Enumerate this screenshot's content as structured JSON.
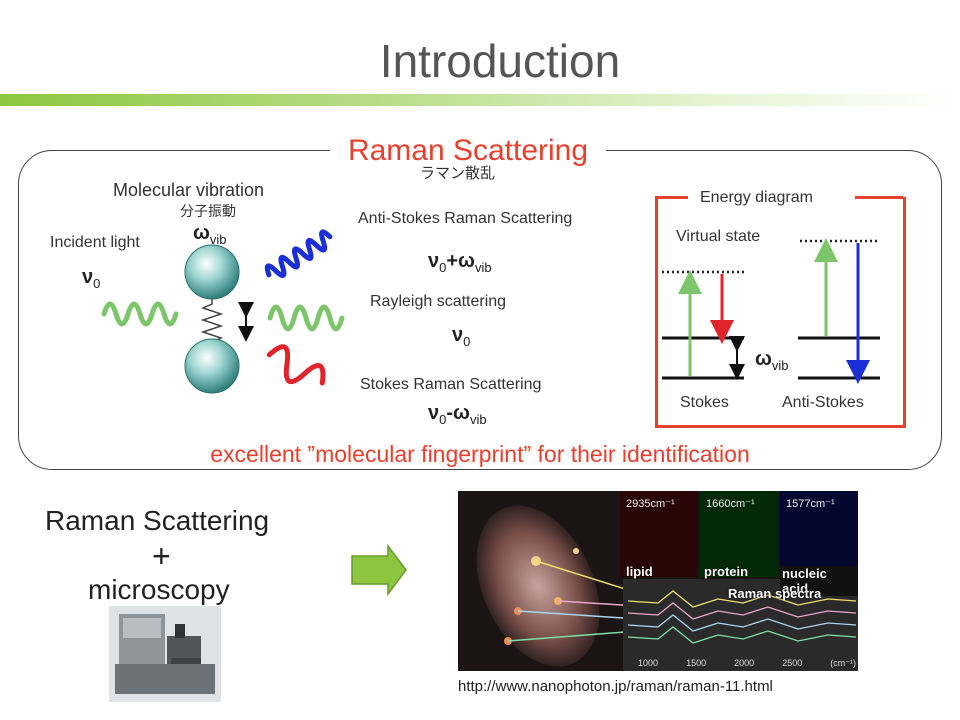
{
  "title": "Introduction",
  "panel": {
    "title": "Raman Scattering",
    "title_jp": "ラマン散乱",
    "molecular_vibration": "Molecular vibration",
    "molecular_vibration_jp": "分子振動",
    "omega": "ω",
    "vib": "vib",
    "incident_light": "Incident light",
    "nu": "ν",
    "zero": "0",
    "anti_stokes_label": "Anti-Stokes Raman Scattering",
    "anti_stokes_plus": "+",
    "rayleigh_label": "Rayleigh scattering",
    "stokes_label": "Stokes Raman Scattering",
    "stokes_minus": "-",
    "fingerprint": "excellent ”molecular fingerprint” for their identification"
  },
  "energy": {
    "title": "Energy diagram",
    "virtual_state": "Virtual state",
    "stokes": "Stokes",
    "anti_stokes": "Anti-Stokes"
  },
  "bottom": {
    "line1": "Raman Scattering",
    "plus": "+",
    "line2": "microscopy",
    "url": "http://www.nanophoton.jp/raman/raman-11.html",
    "photo": {
      "w1": "2935cm⁻¹",
      "w2": "1660cm⁻¹",
      "w3": "1577cm⁻¹",
      "lipid": "lipid",
      "protein": "protein",
      "nucleic": "nucleic acid",
      "spectra": "Raman spectra",
      "ticks": [
        "1000",
        "1500",
        "2000",
        "2500",
        "(cm⁻¹)"
      ]
    }
  },
  "colors": {
    "accent_red": "#e8402f",
    "light_green": "#7dc56b",
    "blue": "#1a2fd6",
    "red": "#e0242a"
  }
}
